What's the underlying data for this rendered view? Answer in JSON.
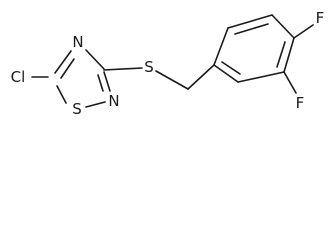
{
  "molecule": {
    "atoms": {
      "cl": "Cl",
      "s_ring": "S",
      "n_top": "N",
      "n_bottom": "N",
      "s_linker": "S",
      "f_top": "F",
      "f_bottom": "F"
    }
  }
}
